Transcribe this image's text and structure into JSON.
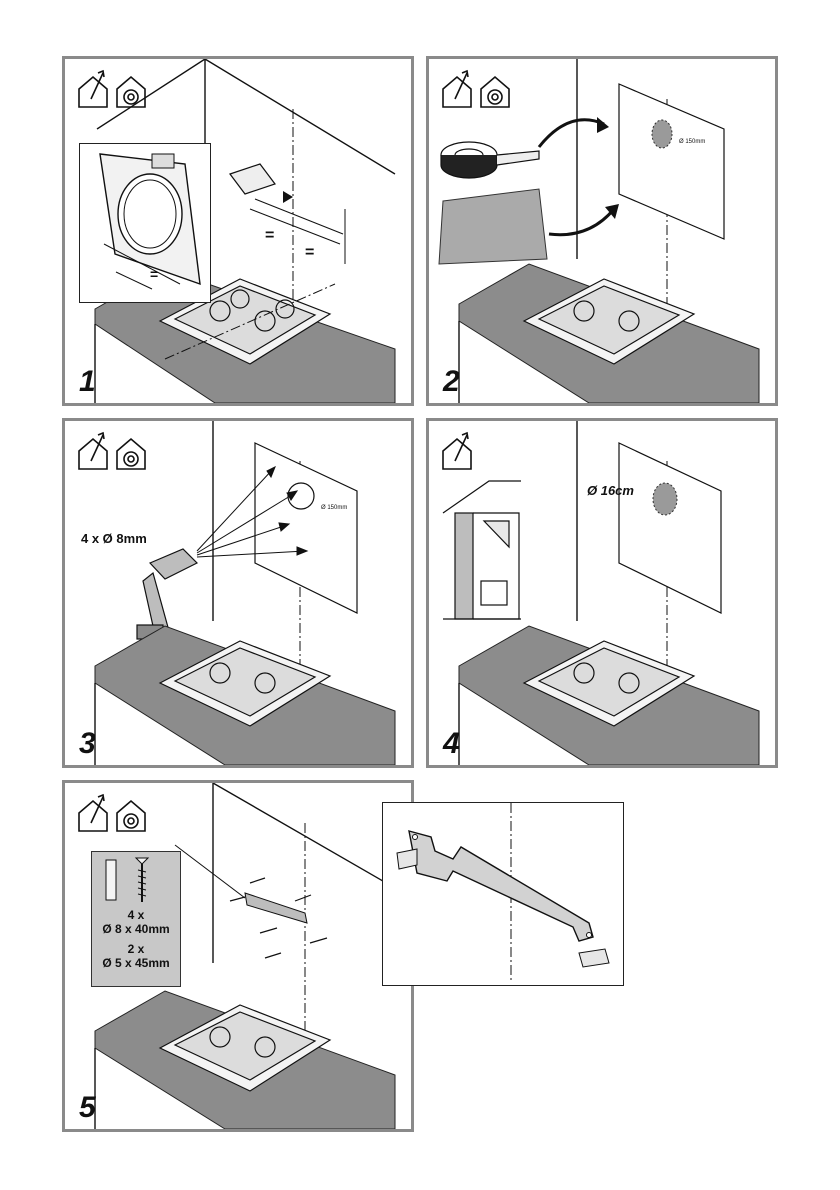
{
  "steps": [
    {
      "number": "1"
    },
    {
      "number": "2"
    },
    {
      "number": "3",
      "drill_label": "4 x Ø 8mm",
      "template_dim": "Ø 150mm"
    },
    {
      "number": "4",
      "hole_label": "Ø 16cm"
    },
    {
      "number": "5",
      "hardware": {
        "qty1": "4 x",
        "size1": "Ø 8 x 40mm",
        "qty2": "2 x",
        "size2": "Ø 5 x 45mm"
      }
    }
  ],
  "template_dim_step2": "Ø 150mm",
  "equal_mark": "=",
  "icons": {
    "ducted": "house-duct-out-icon",
    "recirculating": "house-recirculation-icon"
  },
  "colors": {
    "frame": "#8a8a8a",
    "counter": "#8c8c8c",
    "line": "#111111"
  }
}
